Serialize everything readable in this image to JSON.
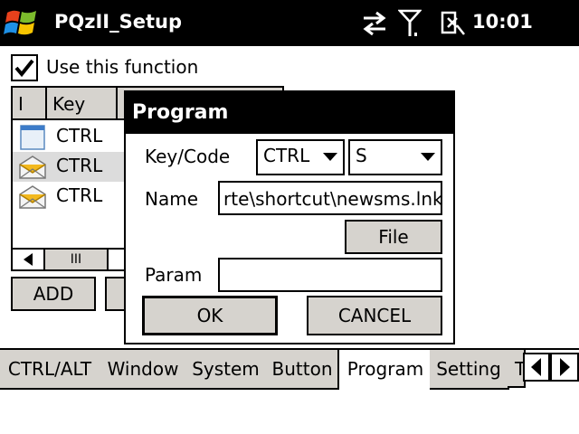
{
  "app": {
    "title": "PQzII_Setup",
    "clock": "10:01"
  },
  "main": {
    "use_function_label": "Use this function",
    "use_function_checked": true,
    "list": {
      "columns": [
        "I",
        "Key"
      ],
      "rows": [
        {
          "icon": "document-icon",
          "key": "CTRL"
        },
        {
          "icon": "envelope-icon",
          "key": "CTRL"
        },
        {
          "icon": "envelope-icon",
          "key": "CTRL"
        }
      ],
      "scroll_thumb_glyph": "III"
    },
    "add_label": "ADD"
  },
  "dialog": {
    "title": "Program",
    "keycode_label": "Key/Code",
    "modifier_value": "CTRL",
    "key_value": "S",
    "name_label": "Name",
    "name_value": "rte\\shortcut\\newsms.lnk",
    "file_label": "File",
    "param_label": "Param",
    "param_value": "",
    "ok_label": "OK",
    "cancel_label": "CANCEL"
  },
  "tabs": [
    {
      "label": "CTRL/ALT",
      "active": false
    },
    {
      "label": "Window",
      "active": false
    },
    {
      "label": "System",
      "active": false
    },
    {
      "label": "Button",
      "active": false
    },
    {
      "label": "Program",
      "active": true
    },
    {
      "label": "Setting",
      "active": false
    },
    {
      "label": "T",
      "active": false
    }
  ],
  "colors": {
    "titlebar": "#000000",
    "chrome": "#d6d3ce",
    "selected_row": "#dcdcdc"
  }
}
